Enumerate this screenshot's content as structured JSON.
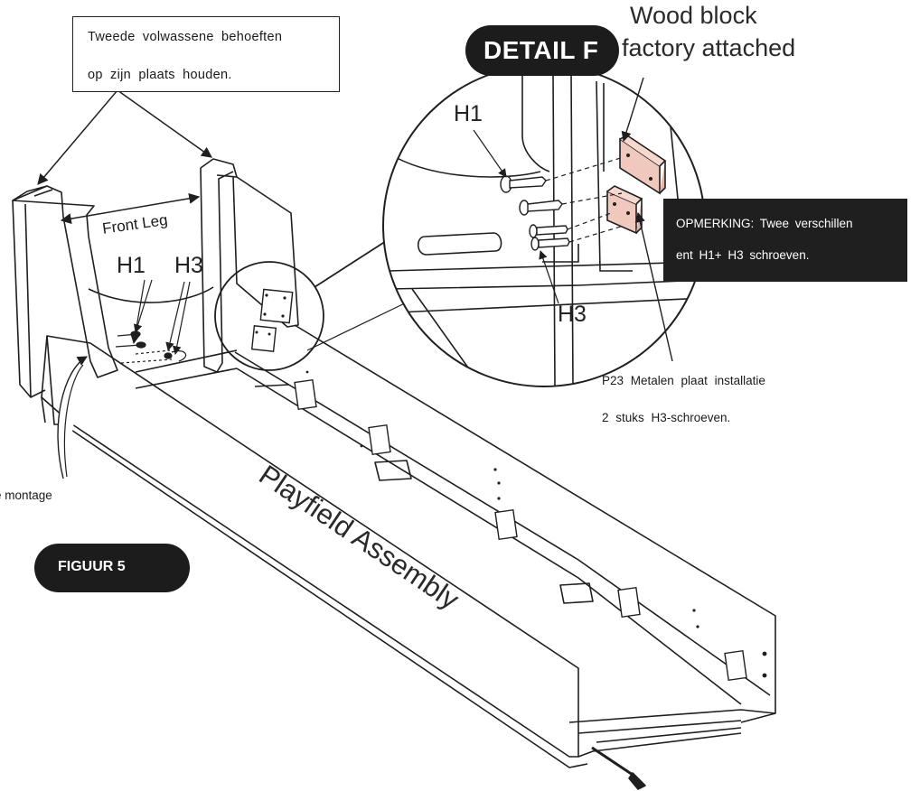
{
  "figure": {
    "callout_top": {
      "line1": "Tweede volwassene behoeften",
      "line2": "op zijn plaats houden."
    },
    "detail_badge": "DETAIL F",
    "wood_block_line1": "Wood block",
    "wood_block_line2": "factory attached",
    "note": {
      "line1": "OPMERKING: Twee verschillen",
      "line2": "ent H1+ H3 schroeven."
    },
    "plate_note_line1": "P23 Metalen plaat installatie",
    "plate_note_line2": "2 stuks H3-schroeven.",
    "montage_label": "e montage",
    "figure_badge": "FIGUUR 5",
    "front_leg": "Front Leg",
    "playfield": "Playfield Assembly",
    "screws_small": {
      "h1": "H1",
      "h3": "H3"
    },
    "screws_detail": {
      "h1": "H1",
      "h3": "H3"
    },
    "colors": {
      "wood_block": "#f0c8bd",
      "badge": "#1c1c1c",
      "line": "#1f1f1f"
    }
  }
}
